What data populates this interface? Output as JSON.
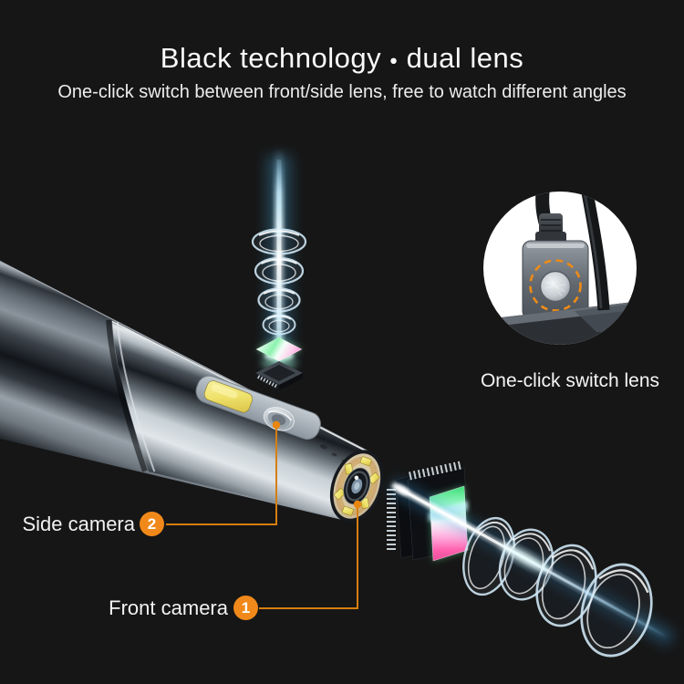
{
  "header": {
    "title": {
      "prefix": "Black technology",
      "bullet": "●",
      "suffix": "dual lens"
    },
    "subtitle": "One-click switch between front/side lens, free to watch different angles"
  },
  "labels": {
    "side_camera": {
      "text": "Side camera",
      "badge": "2"
    },
    "front_camera": {
      "text": "Front camera",
      "badge": "1"
    }
  },
  "inset": {
    "caption": "One-click switch lens"
  },
  "colors": {
    "background": "#161616",
    "accent_orange": "#F0891A",
    "callout_line": "#D67E10",
    "led_yellow": "#F2DC4E",
    "beam_blue": "#8FD0F5",
    "text": "#F5F5F5"
  }
}
